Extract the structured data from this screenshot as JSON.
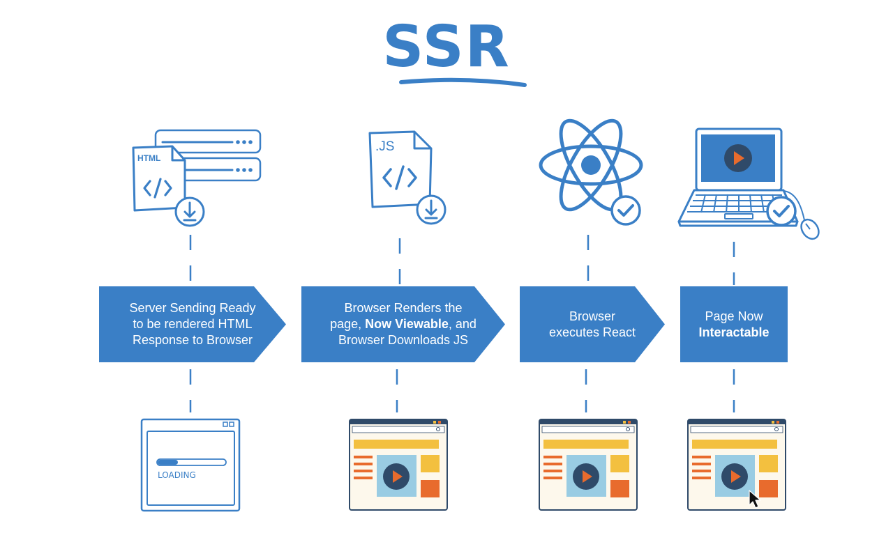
{
  "title": "SSR",
  "colors": {
    "blue": "#3a7fc6",
    "sky": "#99cce3",
    "yellow": "#f3c03f",
    "orange": "#e86b2d",
    "dark": "#2f4a69",
    "cream": "#fdf8ec"
  },
  "icons": {
    "server_html": "server-html-download-icon",
    "js_file": "js-file-download-icon",
    "react": "react-check-icon",
    "laptop": "laptop-check-icon",
    "loading_window": "loading-browser-window-icon",
    "rendered_window": "rendered-browser-window-icon",
    "cursor": "mouse-cursor-icon"
  },
  "html_file_label": "HTML",
  "js_file_label": ".JS",
  "loading_label": "LOADING",
  "loading_progress": 0.3,
  "steps": [
    {
      "line1": "Server Sending Ready",
      "line2": "to be rendered HTML",
      "line3": "Response to Browser"
    },
    {
      "line1": "Browser Renders the",
      "line2a": "page, ",
      "line2b": "Now Viewable",
      "line2c": ", and",
      "line3": "Browser Downloads JS"
    },
    {
      "line1": "Browser",
      "line2": "executes React"
    },
    {
      "line1": "Page Now",
      "line2": "Interactable"
    }
  ]
}
